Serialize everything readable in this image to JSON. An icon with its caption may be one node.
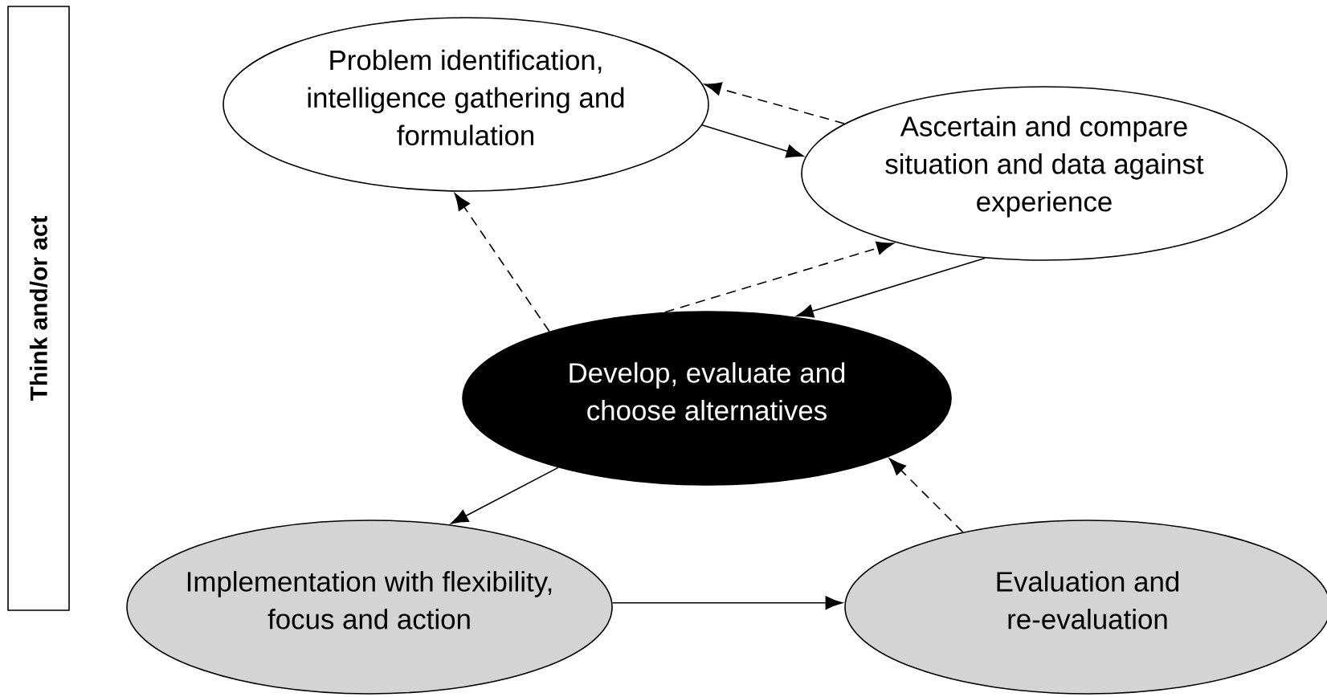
{
  "diagram": {
    "nodes": [
      {
        "text": [
          "Think and/or act"
        ]
      },
      {
        "text": [
          "Problem identification, intelligence gathering and formulation"
        ]
      },
      {
        "text": [
          "Ascertain and compare situation and data against experience"
        ]
      },
      {
        "text": [
          "Develop, evaluate and choose alternatives"
        ]
      },
      {
        "text": [
          "Implementation with flexibility, focus and action"
        ]
      },
      {
        "text": [
          "Evaluation and re-evaluation"
        ]
      }
    ],
    "edges": [
      {
        "from": 1,
        "to": 2,
        "arrow": "to"
      },
      {
        "from": 2,
        "to": 1,
        "arrow": "to",
        "style": "dashed"
      },
      {
        "from": 2,
        "to": 3,
        "arrow": "to"
      },
      {
        "from": 3,
        "to": 2,
        "arrow": "to",
        "style": "dashed"
      },
      {
        "from": 3,
        "to": 1,
        "arrow": "to",
        "style": "dashed"
      },
      {
        "from": 3,
        "to": 4,
        "arrow": "to"
      },
      {
        "from": 4,
        "to": 5,
        "arrow": "to"
      },
      {
        "from": 5,
        "to": 3,
        "arrow": "to",
        "style": "dashed"
      }
    ]
  }
}
